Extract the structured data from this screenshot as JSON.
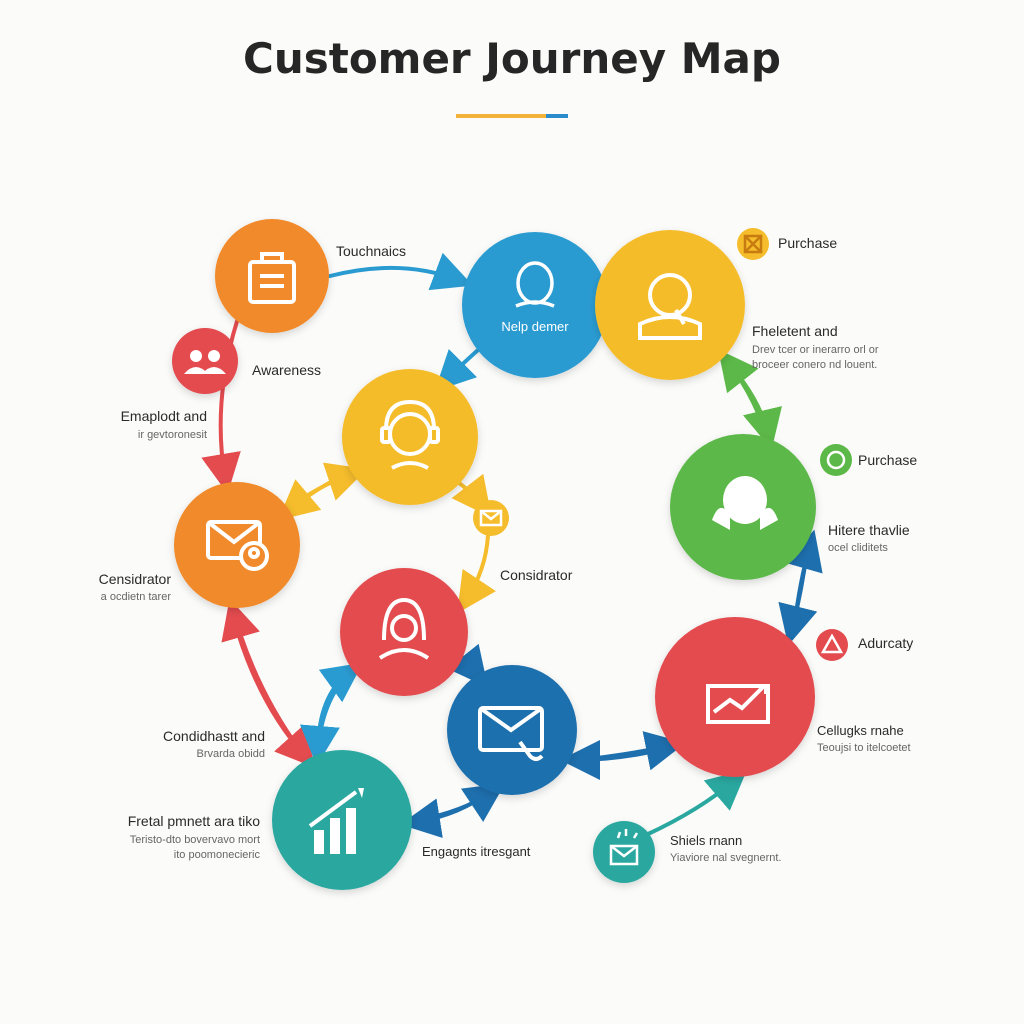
{
  "title": "Customer Journey Map",
  "colors": {
    "orange": "#f08a2c",
    "blue": "#2a9bd1",
    "yellow": "#f5bc2c",
    "green": "#5cb848",
    "red": "#e34b4f",
    "navy": "#1e6fae",
    "teal": "#2aa8a0",
    "underline_yellow": "#f3b33b",
    "underline_blue": "#2a8ccc"
  },
  "nodes": {
    "touchnaics": {
      "icon": "briefcase-icon",
      "color": "orange"
    },
    "nelp_demer": {
      "icon": "person-icon",
      "color": "blue",
      "label": "Nelp demer"
    },
    "purchase_top": {
      "icon": "person-thinking-icon",
      "color": "yellow"
    },
    "center_yellow": {
      "icon": "person-headphones-icon",
      "color": "yellow"
    },
    "considrator_left": {
      "icon": "email-user-icon",
      "color": "orange"
    },
    "green_right": {
      "icon": "person-hands-icon",
      "color": "green"
    },
    "red_mid": {
      "icon": "person-hijab-icon",
      "color": "red"
    },
    "navy_mail": {
      "icon": "email-hand-icon",
      "color": "navy"
    },
    "advocacy_big": {
      "icon": "chart-card-icon",
      "color": "red"
    },
    "teal_chart": {
      "icon": "bar-chart-icon",
      "color": "teal"
    }
  },
  "small_nodes": {
    "awareness": {
      "icon": "people-icon",
      "color": "red"
    },
    "mini_mail": {
      "icon": "email-icon",
      "color": "yellow"
    },
    "purchase_top_badge": {
      "icon": "image-frame-icon",
      "color": "yellow"
    },
    "purchase_green_badge": {
      "icon": "face-icon",
      "color": "green"
    },
    "adurcaty_badge": {
      "icon": "triangle-icon",
      "color": "red"
    },
    "shiels_badge": {
      "icon": "email-sparkle-icon",
      "color": "teal"
    }
  },
  "labels": {
    "touchnaics": "Touchnaics",
    "awareness": "Awareness",
    "purchase_top": "Purchase",
    "purchase_top_head": "Fheletent and",
    "purchase_top_sub1": "Drev tcer or inerarro orl or",
    "purchase_top_sub2": "broceer conero nd louent.",
    "emaplodt_head": "Emaplodt and",
    "emaplodt_sub": "ir gevtoronesit",
    "purchase_green": "Purchase",
    "hitere_head": "Hitere thavlie",
    "hitere_sub": "ocel cliditets",
    "considrator_left": "Censidrator",
    "considrator_left_sub": "a ocdietn tarer",
    "considrator_mid": "Considrator",
    "adurcaty": "Adurcaty",
    "cellugks_head": "Cellugks rnahe",
    "cellugks_sub": "Teoujsi to itelcoetet",
    "condidhastt_head": "Condidhastt and",
    "condidhastt_sub": "Brvarda obidd",
    "fretal_head": "Fretal pmnett ara tiko",
    "fretal_sub1": "Teristo-dto bovervavo mort",
    "fretal_sub2": "ito poomonecieric",
    "engagemt": "Engagnts itresgant",
    "shiels_head": "Shiels rnann",
    "shiels_sub": "Yiaviore nal svegnernt."
  }
}
